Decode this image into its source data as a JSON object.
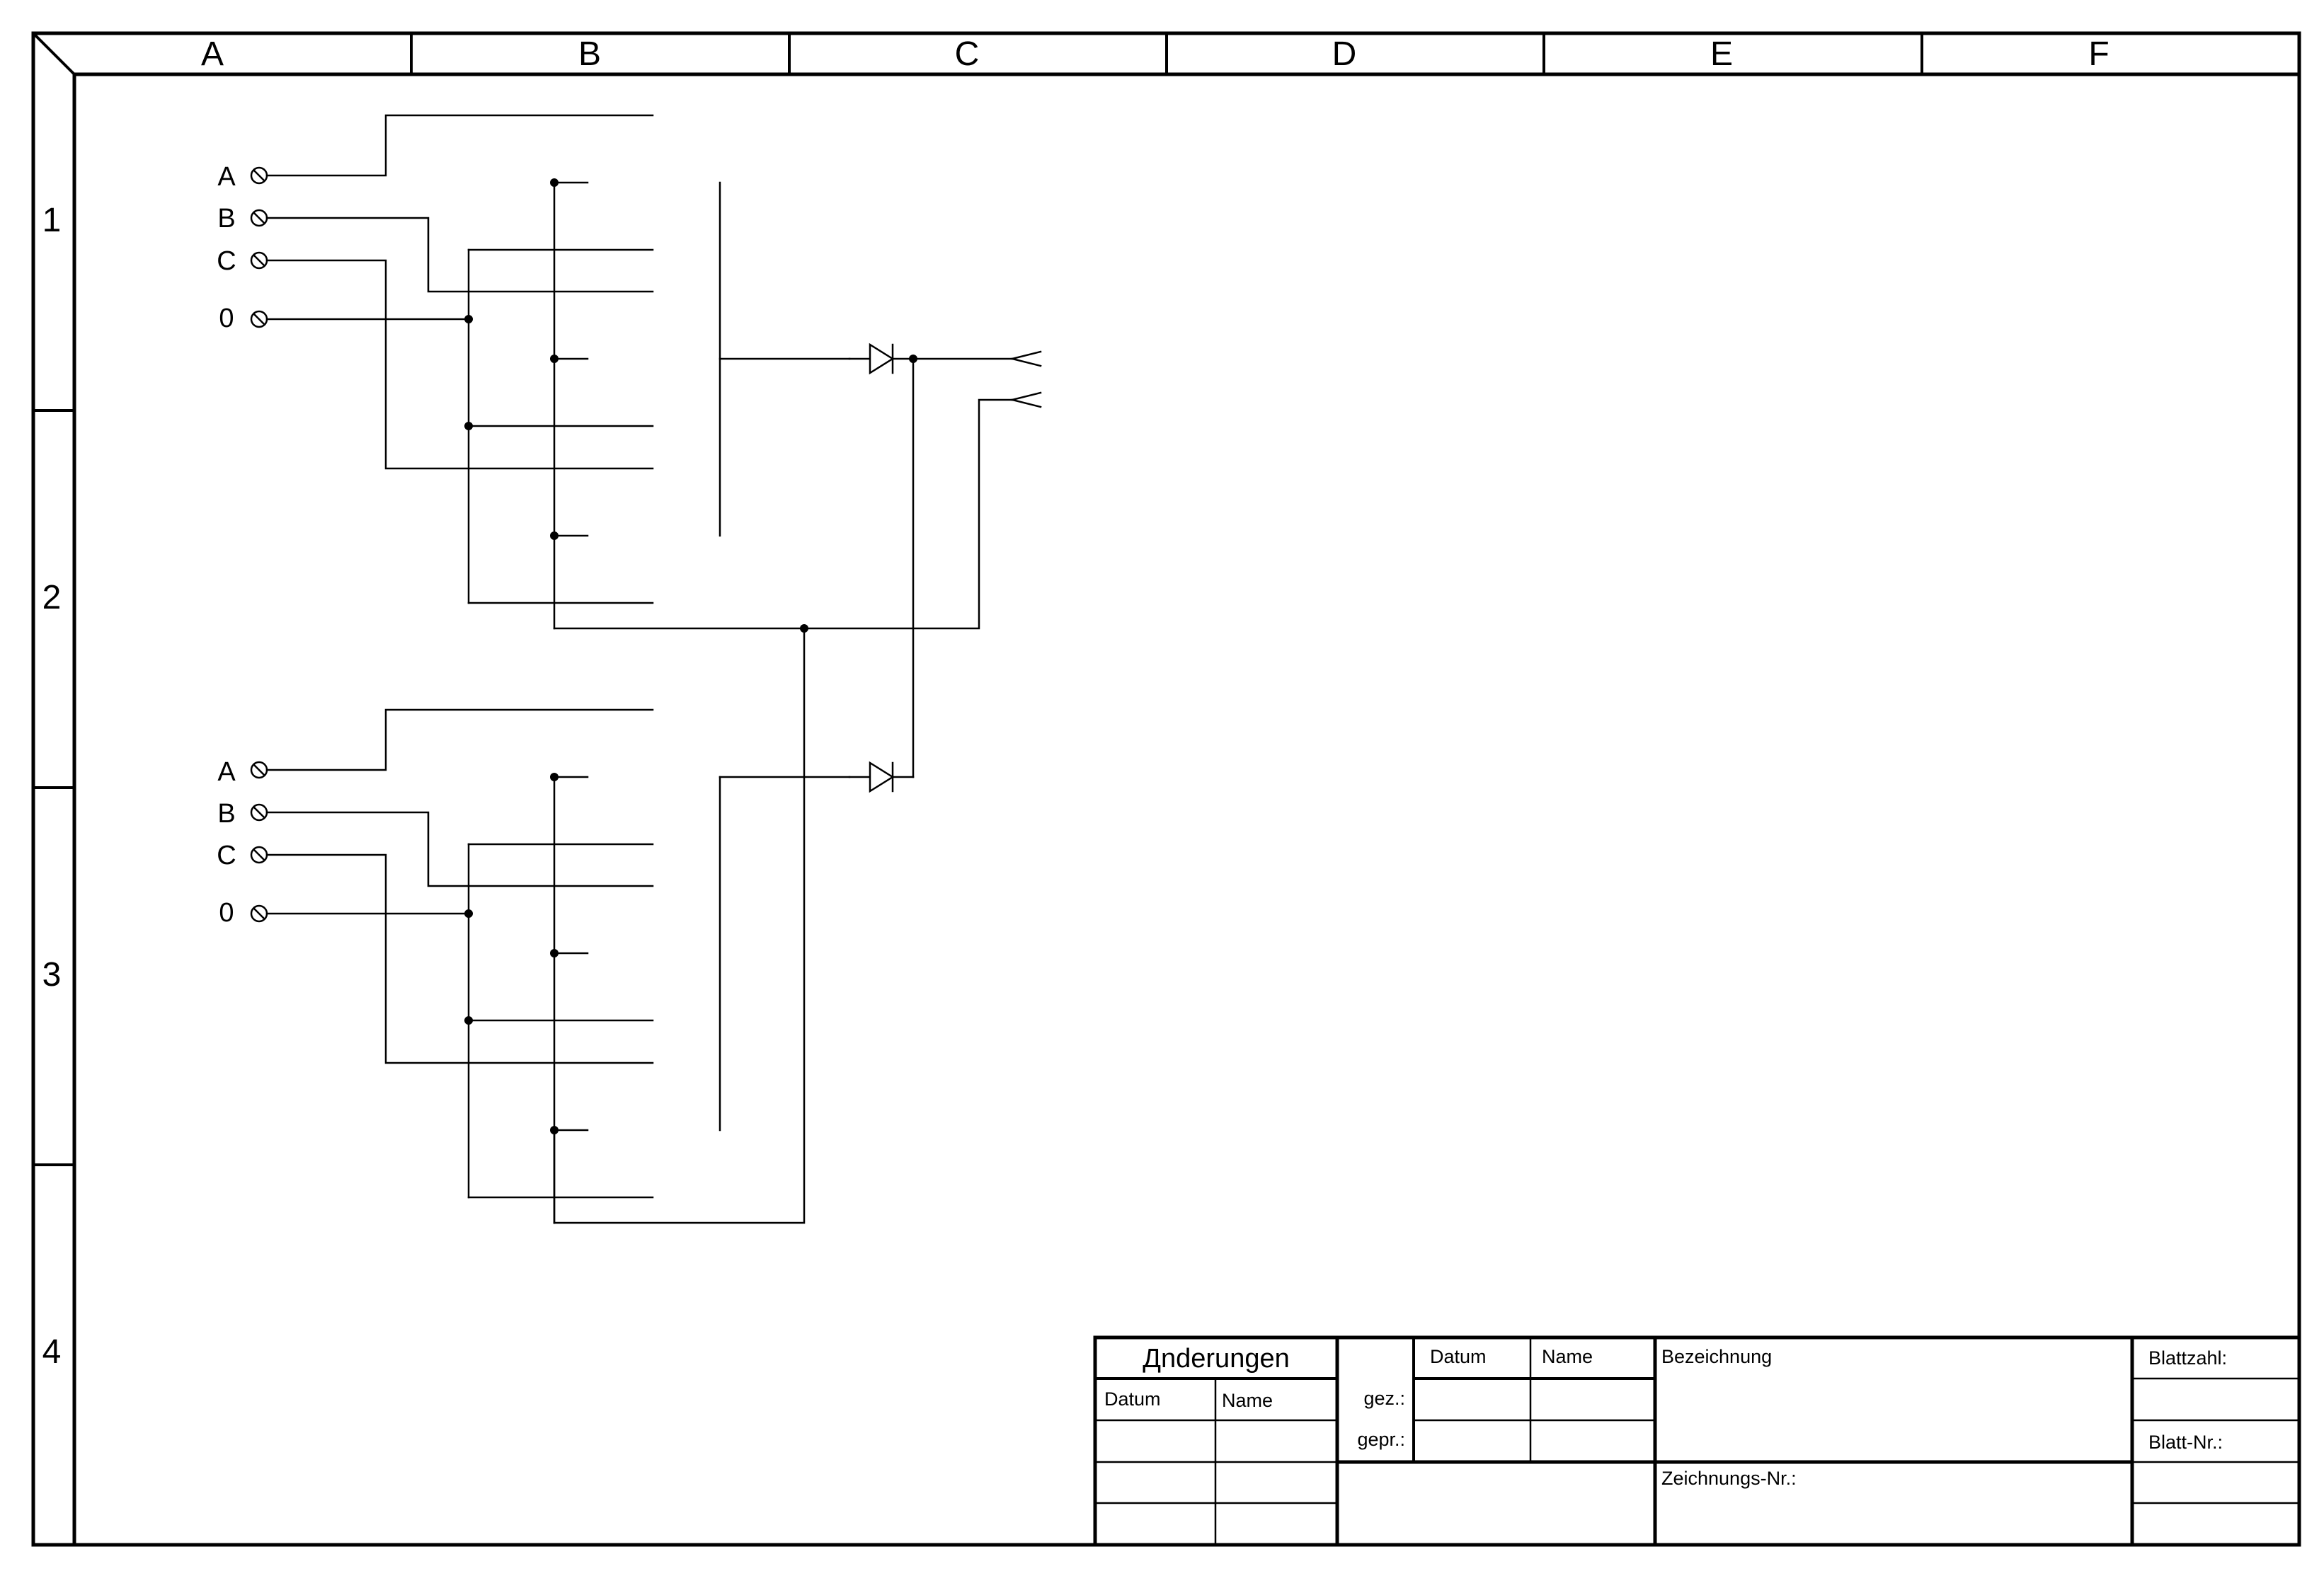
{
  "frame": {
    "columns": [
      "A",
      "B",
      "C",
      "D",
      "E",
      "F"
    ],
    "rows": [
      "1",
      "2",
      "3",
      "4"
    ]
  },
  "schematic": {
    "group1_terminals": [
      "A",
      "B",
      "C",
      "0"
    ],
    "group2_terminals": [
      "A",
      "B",
      "C",
      "0"
    ]
  },
  "title_block": {
    "changes_title": "Дnderungen",
    "changes_datum": "Datum",
    "changes_name": "Name",
    "col_datum": "Datum",
    "col_name": "Name",
    "gez": "gez.:",
    "gepr": "gepr.:",
    "bezeichnung": "Bezeichnung",
    "zeichnungs_nr": "Zeichnungs-Nr.:",
    "blattzahl": "Blattzahl:",
    "blatt_nr": "Blatt-Nr.:"
  }
}
